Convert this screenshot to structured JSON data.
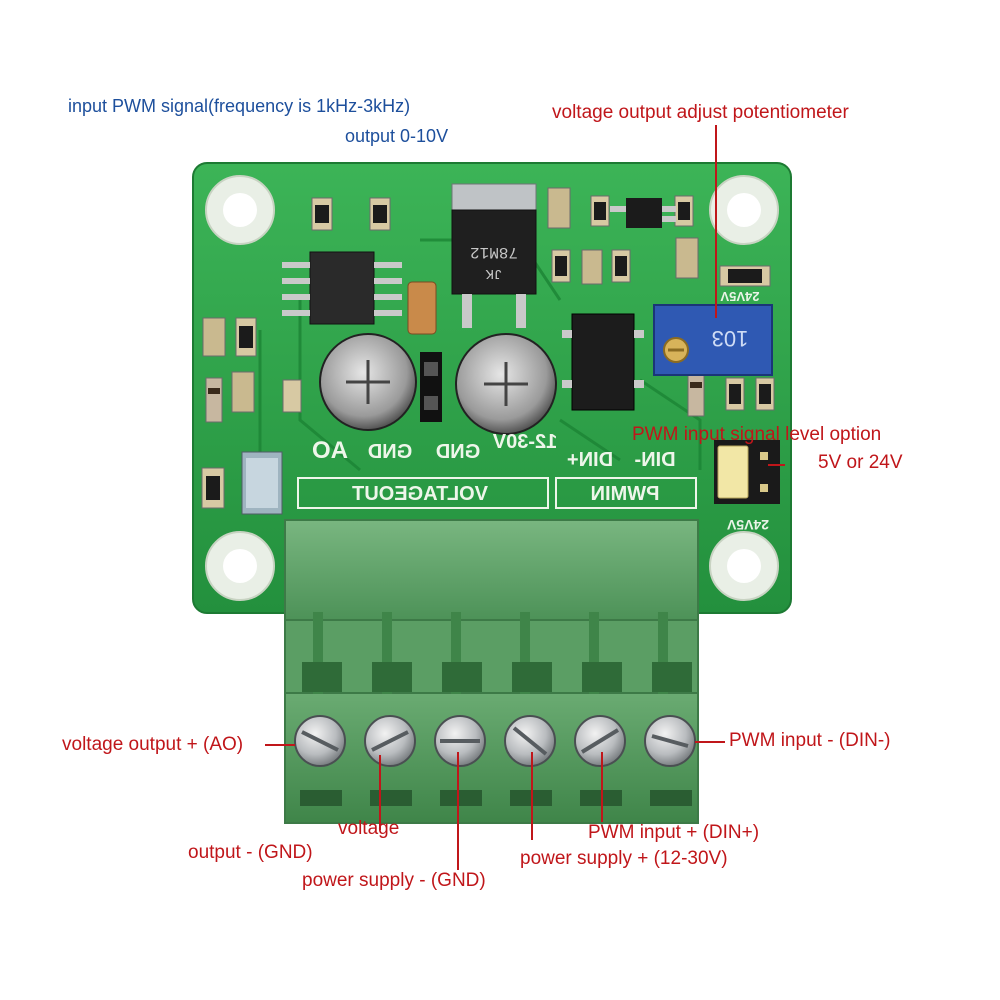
{
  "top_notes": {
    "line1": "input PWM signal(frequency is 1kHz-3kHz)",
    "line2": "output 0-10V"
  },
  "labels": {
    "potentiometer": "voltage output adjust potentiometer",
    "level_option_line1": "PWM input signal level option",
    "level_option_line2": "5V or 24V",
    "voltage_output_ao": "voltage output + (AO)",
    "pwm_input_minus": "PWM input - (DIN-)",
    "voltage_output_gnd_line1": "voltage",
    "voltage_output_gnd_line2": "output - (GND)",
    "power_supply_gnd": "power supply - (GND)",
    "pwm_input_plus": "PWM input + (DIN+)",
    "power_supply_plus": "power supply + (12-30V)"
  },
  "board": {
    "terminal_labels": [
      "AO",
      "GND",
      "GND",
      "12-30V",
      "DIN+",
      "DIN-"
    ],
    "section_voltage": "VOLTAGEOUT",
    "section_pwm": "PWMIN",
    "regulator_mark": "78M12",
    "regulator_mark2": "JK",
    "pot_mark": "103",
    "jumper_mark": "24V5V",
    "jumper_top_mark": "24V5V"
  },
  "colors": {
    "pcb": "#2fa34a",
    "terminal_block": "#5fa068",
    "label_red": "#c0161a",
    "label_blue": "#1d4f9c",
    "pot_blue": "#2f59b3"
  }
}
